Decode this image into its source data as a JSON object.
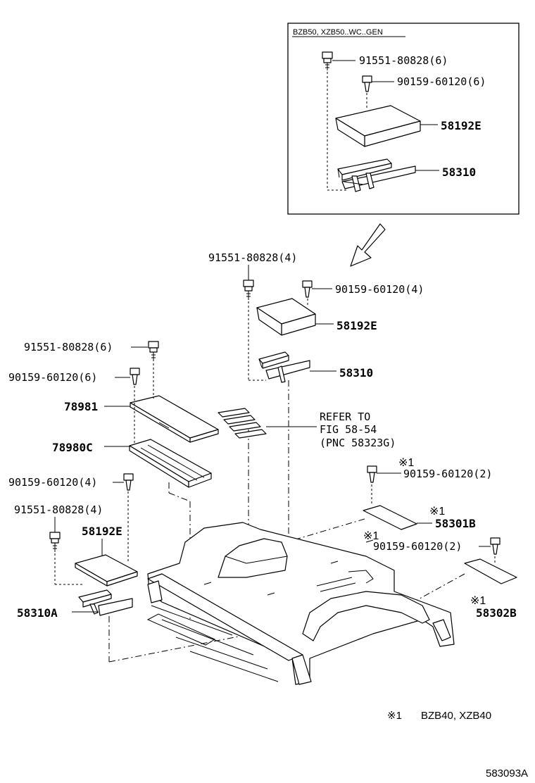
{
  "inset": {
    "title": "BZB50, XZB50..WC..GEN",
    "label_bolt": "91551-80828(6)",
    "label_screw": "90159-60120(6)",
    "label_panel": "58192E",
    "label_bracket": "58310"
  },
  "main": {
    "label_bolt_top": "91551-80828(4)",
    "label_screw_top": "90159-60120(4)",
    "label_panel_top": "58192E",
    "label_bracket_top": "58310",
    "label_bolt_left": "91551-80828(6)",
    "label_screw_left": "90159-60120(6)",
    "label_cover": "78981",
    "label_tray": "78980C",
    "refer_line1": "REFER TO",
    "refer_line2": "FIG 58-54",
    "refer_line3": "(PNC 58323G)",
    "label_screw_left2": "90159-60120(4)",
    "label_bolt_left2": "91551-80828(4)",
    "label_panel_left": "58192E",
    "label_bracket_left": "58310A",
    "mark_1": "※1",
    "label_screw_right1": "90159-60120(2)",
    "mark_2": "※1",
    "label_plate_1": "58301B",
    "mark_3": "※1",
    "label_screw_right2": "90159-60120(2)",
    "mark_4": "※1",
    "label_plate_2": "58302B"
  },
  "footnote": {
    "mark": "※1",
    "models": "BZB40, XZB40"
  },
  "figure_code": "583093A"
}
